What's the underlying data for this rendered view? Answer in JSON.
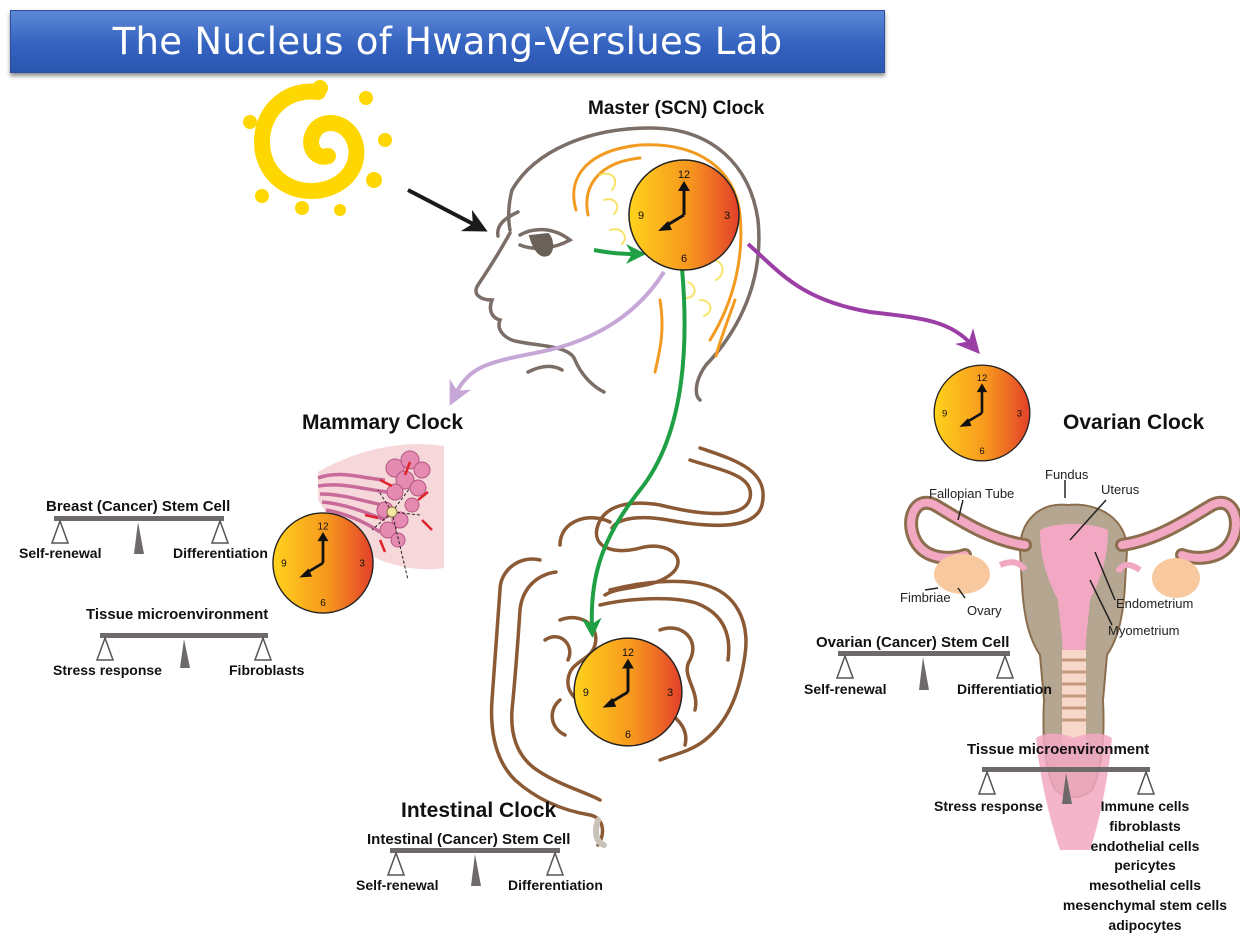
{
  "title": "The Nucleus of Hwang-Verslues Lab",
  "clocks": {
    "master": "Master (SCN) Clock",
    "mammary": "Mammary Clock",
    "ovarian": "Ovarian Clock",
    "intestinal": "Intestinal Clock",
    "face_numbers": [
      "12",
      "3",
      "6",
      "9"
    ]
  },
  "mammary": {
    "stem_cell_title": "Breast (Cancer) Stem Cell",
    "stem_left": "Self-renewal",
    "stem_right": "Differentiation",
    "micro_title": "Tissue microenvironment",
    "micro_left": "Stress response",
    "micro_right": "Fibroblasts"
  },
  "intestinal": {
    "stem_cell_title": "Intestinal (Cancer) Stem Cell",
    "stem_left": "Self-renewal",
    "stem_right": "Differentiation"
  },
  "ovarian": {
    "anatomy": {
      "fundus": "Fundus",
      "fallopian_tube": "Fallopian Tube",
      "uterus": "Uterus",
      "fimbriae": "Fimbriae",
      "ovary": "Ovary",
      "endometrium": "Endometrium",
      "myometrium": "Myometrium"
    },
    "stem_cell_title": "Ovarian (Cancer) Stem Cell",
    "stem_left": "Self-renewal",
    "stem_right": "Differentiation",
    "micro_title": "Tissue microenvironment",
    "micro_left": "Stress response",
    "micro_right_cells": [
      "Immune cells",
      "fibroblasts",
      "endothelial cells",
      "pericytes",
      "mesothelial cells",
      "mesenchymal stem cells",
      "adipocytes"
    ]
  },
  "colors": {
    "title_bar": "#3463c0",
    "clock_gradient_start": "#ffd21c",
    "clock_gradient_end": "#e2402a",
    "sun": "#ffd700",
    "arrow_green": "#1fa045",
    "arrow_purple": "#9b3fa6",
    "arrow_lavender": "#c6a7d8",
    "intestine": "#8b5a34",
    "balance_bar": "#6e6a6a"
  }
}
